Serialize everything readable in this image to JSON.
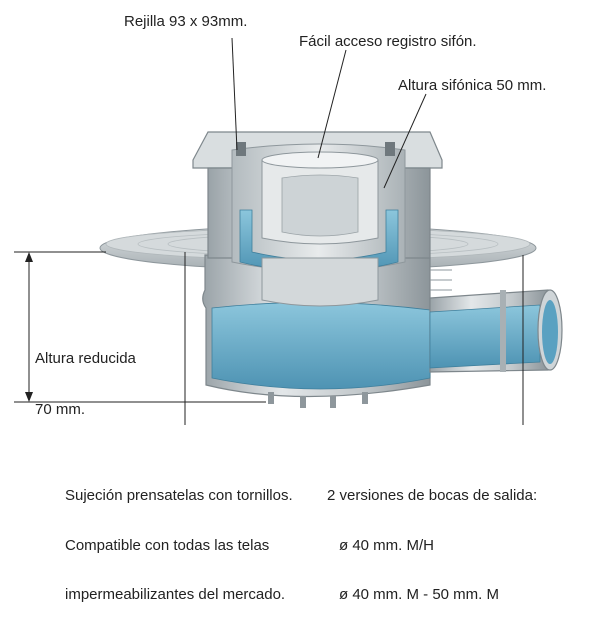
{
  "labels": {
    "rejilla": "Rejilla 93 x 93mm.",
    "acceso": "Fácil acceso registro sifón.",
    "altura_sifonica": "Altura sifónica 50 mm.",
    "altura_reducida": [
      "Altura reducida",
      "70 mm."
    ],
    "sujecion": [
      "Sujeción prensatelas con tornillos.",
      "Compatible con todas las telas",
      "impermeabilizantes del mercado."
    ],
    "versiones": [
      "2 versiones de bocas de salida:",
      "ø 40 mm. M/H",
      "ø 40 mm. M - 50 mm. M"
    ]
  },
  "colors": {
    "water": "#6fb3cf",
    "plastic": "#c9ced1",
    "plastic_dark": "#8e979c",
    "leader_line": "#222222"
  },
  "icons": [
    "drain-cutaway-illustration",
    "dimension-arrow-icon"
  ]
}
